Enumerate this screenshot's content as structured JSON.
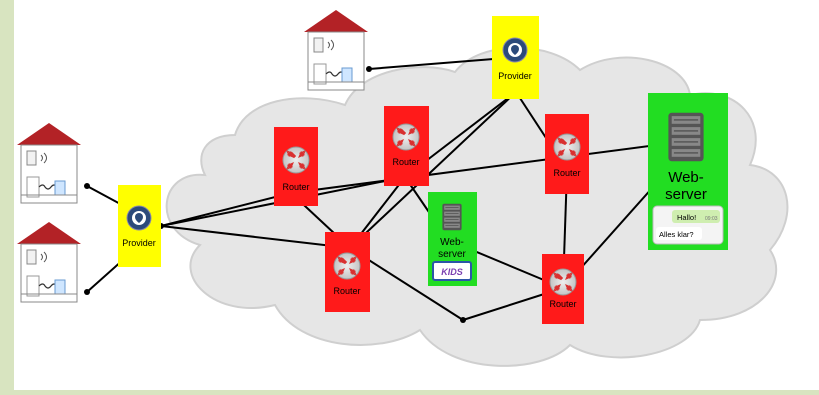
{
  "nodes": {
    "provider_left": {
      "label": "Provider"
    },
    "provider_top": {
      "label": "Provider"
    },
    "router_labels": [
      "Router",
      "Router",
      "Router",
      "Router",
      "Router"
    ],
    "webserver_small": {
      "label_line1": "Web-",
      "label_line2": "server",
      "badge": "KIDS"
    },
    "webserver_big": {
      "label_line1": "Web-",
      "label_line2": "server",
      "chat_1": "Hallo!",
      "chat_1_time": "09:03",
      "chat_2": "Alles klar?"
    }
  },
  "colors": {
    "router": "#ff1a1a",
    "provider": "#ffff00",
    "webserver": "#22dd22",
    "cloud": "#e6e6e6",
    "house_roof": "#b32226",
    "background_frame": "#d8e4c0"
  },
  "icons": [
    "house-icon",
    "router-arrows-icon",
    "provider-globe-icon",
    "server-rack-icon",
    "chat-bubble-icon"
  ]
}
